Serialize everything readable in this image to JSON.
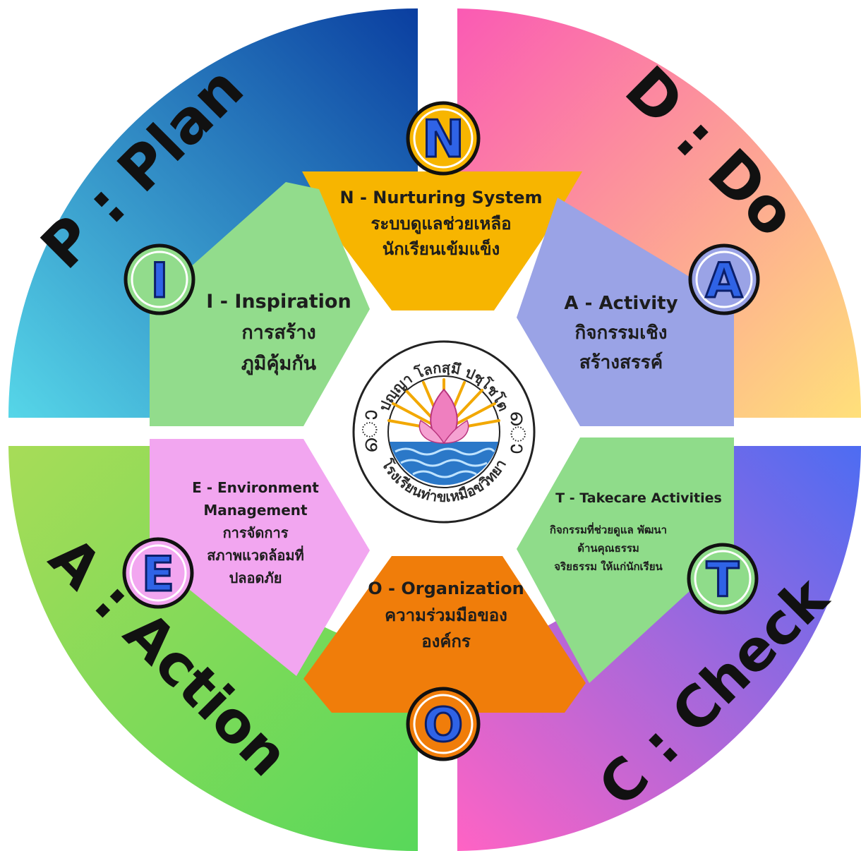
{
  "quadrants": {
    "plan": "P : Plan",
    "do": "D : Do",
    "check": "C : Check",
    "action": "A : Action"
  },
  "segments": {
    "n": {
      "letter": "N",
      "title": "N - Nurturing System",
      "line1": "ระบบดูแลช่วยเหลือ",
      "line2": "นักเรียนเข้มแข็ง",
      "color": "#f7b500"
    },
    "a": {
      "letter": "A",
      "title": "A - Activity",
      "line1": "กิจกรรมเชิง",
      "line2": "สร้างสรรค์",
      "color": "#9aa3e6"
    },
    "t": {
      "letter": "T",
      "title": "T - Takecare Activities",
      "line1": "กิจกรรมที่ช่วยดูแล พัฒนา",
      "line2": "ด้านคุณธรรม",
      "line3": "จริยธรรม ให้แก่นักเรียน",
      "color": "#8fdc8a"
    },
    "o": {
      "letter": "O",
      "title": "O - Organization",
      "line1": "ความร่วมมือของ",
      "line2": "องค์กร",
      "color": "#f07d0a"
    },
    "e": {
      "letter": "E",
      "title": "E - Environment",
      "title2": "Management",
      "line1": "การจัดการ",
      "line2": "สภาพแวดล้อมที่",
      "line3": "ปลอดภัย",
      "color": "#f2a6f0"
    },
    "i": {
      "letter": "I",
      "title": "I - Inspiration",
      "line1": "การสร้าง",
      "line2": "ภูมิคุ้มกัน",
      "color": "#92dc8c"
    }
  },
  "logo": {
    "motto": "ปญฺญา โลกสฺมึ ปชฺโชโต",
    "school": "โรงเรียนท่าขเหมือขวิทยา"
  }
}
